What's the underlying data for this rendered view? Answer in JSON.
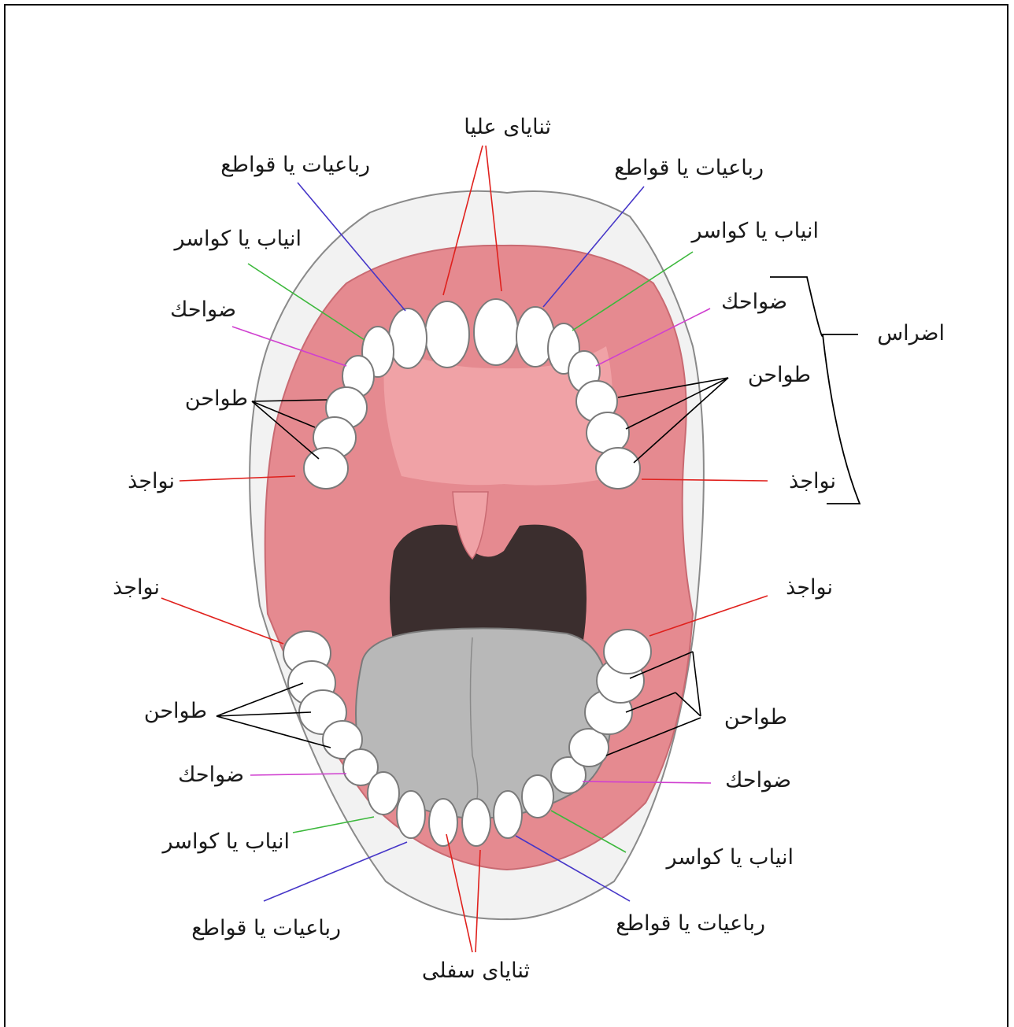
{
  "labels": {
    "upper_central_incisors": "ثنایای علیا",
    "upper_lateral_incisors_left": "رباعیات یا قواطع",
    "upper_lateral_incisors_right": "رباعیات یا قواطع",
    "upper_canine_left": "انیاب یا کواسر",
    "upper_canine_right": "انیاب یا کواسر",
    "upper_first_premolar_left": "ضواحك",
    "upper_first_premolar_right": "ضواحك",
    "upper_molars_left": "طواحن",
    "upper_molars_right": "طواحن",
    "upper_wisdom_left": "نواجذ",
    "upper_wisdom_right": "نواجذ",
    "molars_group": "اضراس",
    "lower_wisdom_left": "نواجذ",
    "lower_wisdom_right": "نواجذ",
    "lower_molars_left": "طواحن",
    "lower_molars_right": "طواحن",
    "lower_first_premolar_left": "ضواحك",
    "lower_first_premolar_right": "ضواحك",
    "lower_canine_left": "انیاب یا کواسر",
    "lower_canine_right": "انیاب یا کواسر",
    "lower_lateral_incisors_left": "رباعیات یا قواطع",
    "lower_lateral_incisors_right": "رباعیات یا قواطع",
    "lower_central_incisors": "ثنایای سفلی"
  },
  "colors": {
    "lip": "#ececec",
    "gum": "#e58a90",
    "palate": "#f0a8ac",
    "throat": "#3b2e2e",
    "tongue": "#b8b8b8",
    "tooth": "#ffffff",
    "incisor_line": "#e0211d",
    "lateral_line": "#4636c8",
    "canine_line": "#3cb83c",
    "premolar_line": "#d040d0",
    "molar_line": "#000000",
    "wisdom_line": "#e0211d"
  }
}
